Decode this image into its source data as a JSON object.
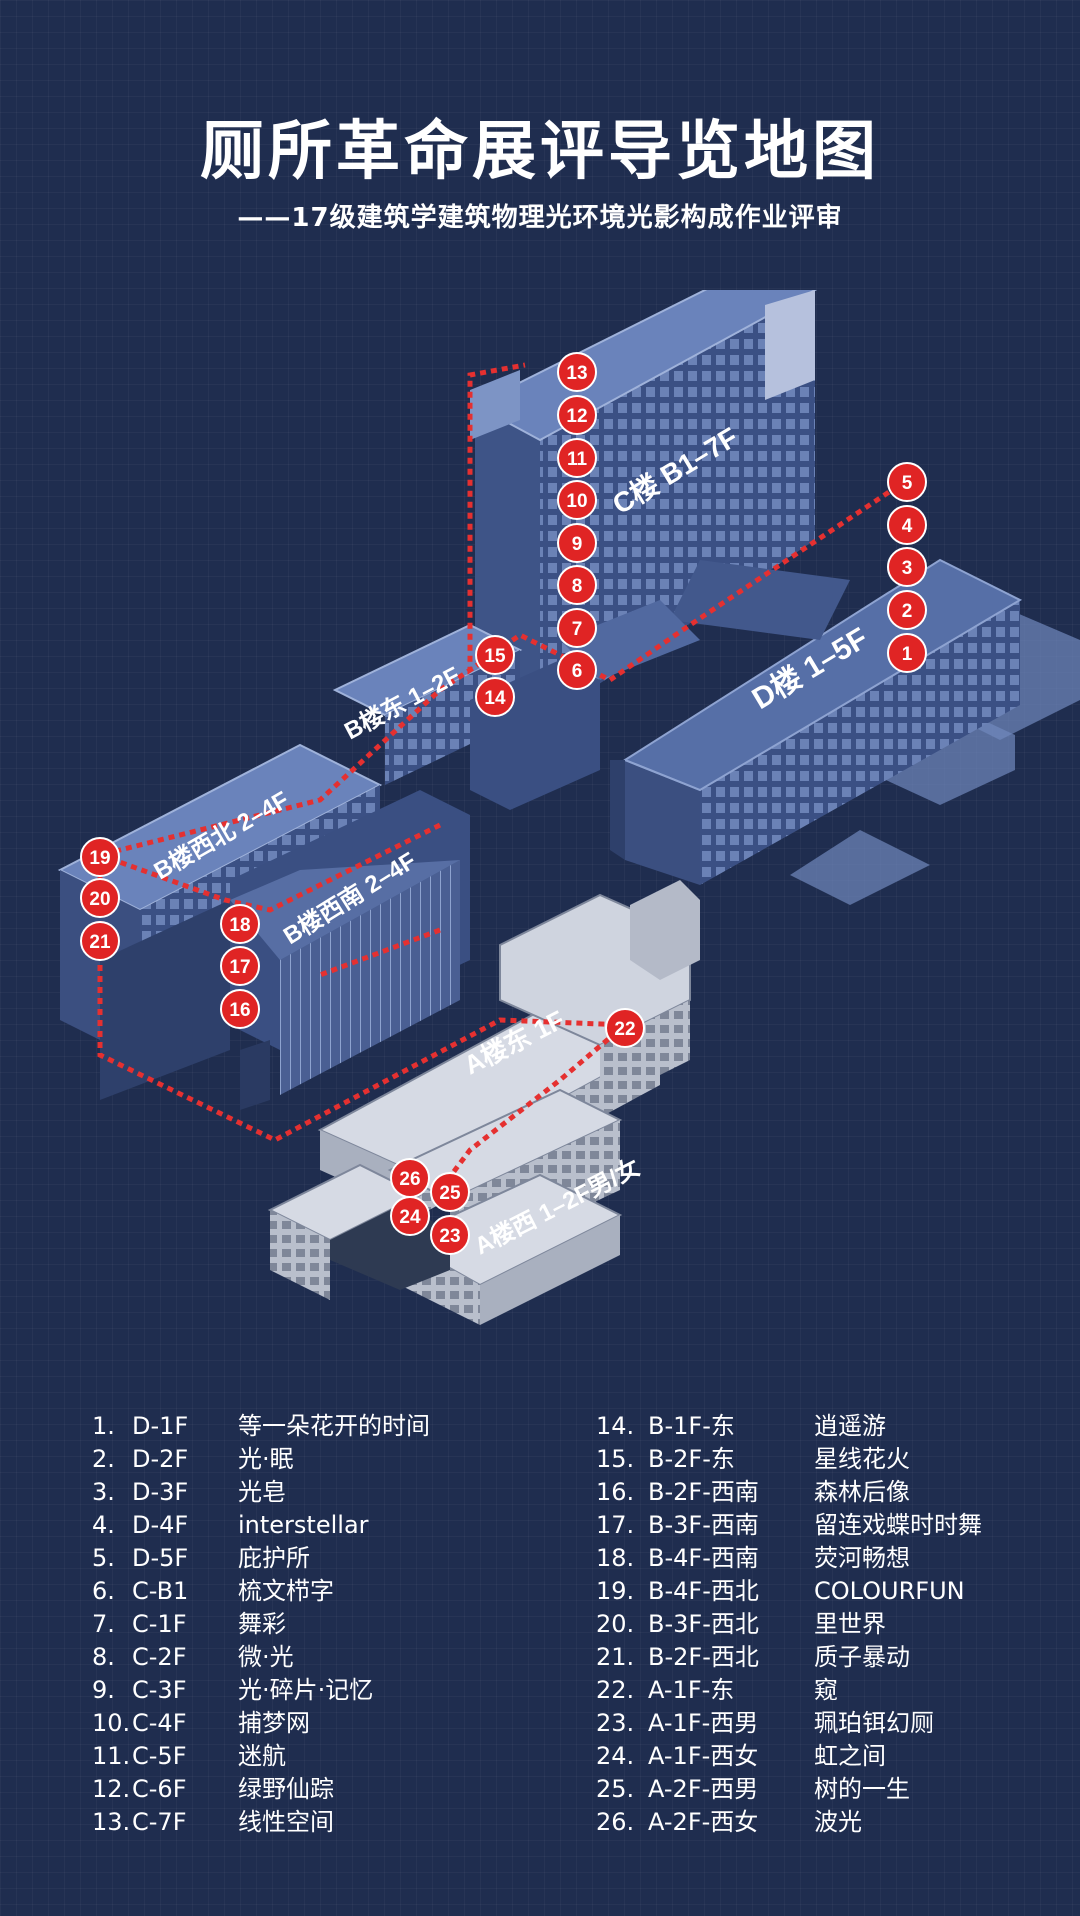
{
  "header": {
    "title": "厕所革命展评导览地图",
    "subtitle": "——17级建筑学建筑物理光环境光影构成作业评审"
  },
  "buildings": {
    "c": "C楼 B1–7F",
    "d": "D楼 1–5F",
    "b_east": "B楼东 1–2F",
    "b_nw": "B楼西北 2–4F",
    "b_sw": "B楼西南 2–4F",
    "a_east": "A楼东 1F",
    "a_west": "A楼西 1–2F男/女"
  },
  "markers": [
    "1",
    "2",
    "3",
    "4",
    "5",
    "6",
    "7",
    "8",
    "9",
    "10",
    "11",
    "12",
    "13",
    "14",
    "15",
    "16",
    "17",
    "18",
    "19",
    "20",
    "21",
    "22",
    "23",
    "24",
    "25",
    "26"
  ],
  "colors": {
    "background": "#1f2d4f",
    "marker": "#e02424",
    "route": "#e53030",
    "building_blue": "#4b6296",
    "building_light": "#c6cbd7"
  },
  "legend": [
    {
      "num": "1.",
      "loc": "D-1F",
      "name": "等一朵花开的时间"
    },
    {
      "num": "2.",
      "loc": "D-2F",
      "name": "光·眠"
    },
    {
      "num": "3.",
      "loc": "D-3F",
      "name": "光皂"
    },
    {
      "num": "4.",
      "loc": "D-4F",
      "name": "interstellar"
    },
    {
      "num": "5.",
      "loc": "D-5F",
      "name": "庇护所"
    },
    {
      "num": "6.",
      "loc": "C-B1",
      "name": "梳文栉字"
    },
    {
      "num": "7.",
      "loc": "C-1F",
      "name": "舞彩"
    },
    {
      "num": "8.",
      "loc": "C-2F",
      "name": "微·光"
    },
    {
      "num": "9.",
      "loc": "C-3F",
      "name": "光·碎片·记忆"
    },
    {
      "num": "10.",
      "loc": "C-4F",
      "name": "捕梦网"
    },
    {
      "num": "11.",
      "loc": "C-5F",
      "name": "迷航"
    },
    {
      "num": "12.",
      "loc": "C-6F",
      "name": "绿野仙踪"
    },
    {
      "num": "13.",
      "loc": "C-7F",
      "name": "线性空间"
    },
    {
      "num": "14.",
      "loc": "B-1F-东",
      "name": "逍遥游"
    },
    {
      "num": "15.",
      "loc": "B-2F-东",
      "name": "星线花火"
    },
    {
      "num": "16.",
      "loc": "B-2F-西南",
      "name": "森林后像"
    },
    {
      "num": "17.",
      "loc": "B-3F-西南",
      "name": "留连戏蝶时时舞"
    },
    {
      "num": "18.",
      "loc": "B-4F-西南",
      "name": "荧河畅想"
    },
    {
      "num": "19.",
      "loc": "B-4F-西北",
      "name": "COLOURFUN"
    },
    {
      "num": "20.",
      "loc": "B-3F-西北",
      "name": "里世界"
    },
    {
      "num": "21.",
      "loc": "B-2F-西北",
      "name": "质子暴动"
    },
    {
      "num": "22.",
      "loc": "A-1F-东",
      "name": "窥"
    },
    {
      "num": "23.",
      "loc": "A-1F-西男",
      "name": "珮珀铒幻厕"
    },
    {
      "num": "24.",
      "loc": "A-1F-西女",
      "name": "虹之间"
    },
    {
      "num": "25.",
      "loc": "A-2F-西男",
      "name": "树的一生"
    },
    {
      "num": "26.",
      "loc": "A-2F-西女",
      "name": "波光"
    }
  ]
}
